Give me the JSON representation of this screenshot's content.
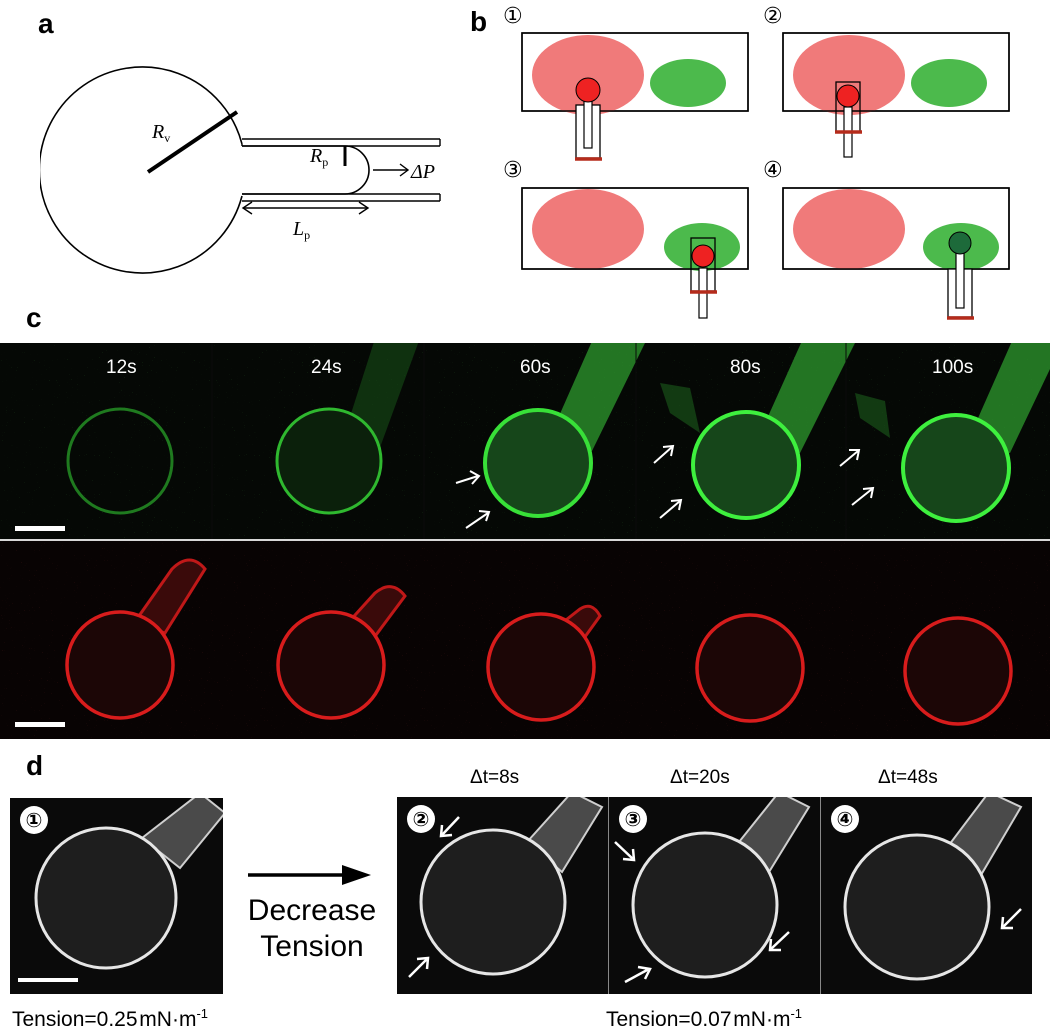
{
  "panels": {
    "a": "a",
    "b": "b",
    "c": "c",
    "d": "d"
  },
  "panel_a": {
    "rv_main": "R",
    "rv_sub": "v",
    "rp_main": "R",
    "rp_sub": "p",
    "lp_main": "L",
    "lp_sub": "p",
    "dp": "ΔP"
  },
  "panel_b": {
    "steps": [
      "①",
      "②",
      "③",
      "④"
    ],
    "colors": {
      "red_domain": "#f07a7a",
      "green_domain": "#4cba4c",
      "vesicle_red": "#ee2222",
      "vesicle_dark": "#1d6a3a",
      "pipette_mark": "#b52b1b"
    }
  },
  "panel_c": {
    "times": [
      "12s",
      "24s",
      "60s",
      "80s",
      "100s"
    ],
    "colors": {
      "green": "#33e033",
      "red": "#e02020",
      "bg": "#050805"
    }
  },
  "panel_d": {
    "steps": [
      "①",
      "②",
      "③",
      "④"
    ],
    "dts": [
      "Δt=8s",
      "Δt=20s",
      "Δt=48s"
    ],
    "decrease_line1": "Decrease",
    "decrease_line2": "Tension",
    "tension1_prefix": "Tension=0.25",
    "tension2_prefix": "Tension=0.07",
    "unit_main": "mN·m",
    "unit_exp": "-1"
  }
}
